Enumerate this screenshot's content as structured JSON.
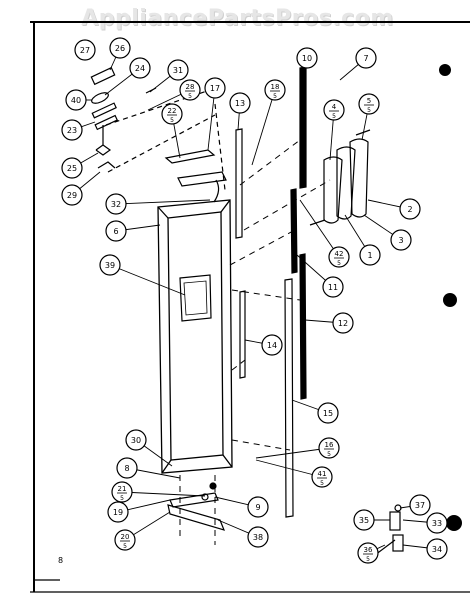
{
  "watermark": "AppliancePartsPros.com",
  "page_number": "8",
  "callouts": [
    {
      "id": "c27",
      "label": "27"
    },
    {
      "id": "c26",
      "label": "26"
    },
    {
      "id": "c24",
      "label": "24"
    },
    {
      "id": "c31",
      "label": "31"
    },
    {
      "id": "c40",
      "label": "40"
    },
    {
      "id": "c28",
      "label": "28"
    },
    {
      "id": "c22",
      "label": "22"
    },
    {
      "id": "c17",
      "label": "17"
    },
    {
      "id": "c13",
      "label": "13"
    },
    {
      "id": "c18",
      "label": "18"
    },
    {
      "id": "c10",
      "label": "10"
    },
    {
      "id": "c7",
      "label": "7"
    },
    {
      "id": "c4",
      "label": "4"
    },
    {
      "id": "c5",
      "label": "5"
    },
    {
      "id": "c23",
      "label": "23"
    },
    {
      "id": "c25",
      "label": "25"
    },
    {
      "id": "c29",
      "label": "29"
    },
    {
      "id": "c32",
      "label": "32"
    },
    {
      "id": "c2",
      "label": "2"
    },
    {
      "id": "c6",
      "label": "6"
    },
    {
      "id": "c3",
      "label": "3"
    },
    {
      "id": "c42",
      "label": "42"
    },
    {
      "id": "c1",
      "label": "1"
    },
    {
      "id": "c39",
      "label": "39"
    },
    {
      "id": "c11",
      "label": "11"
    },
    {
      "id": "c12",
      "label": "12"
    },
    {
      "id": "c14",
      "label": "14"
    },
    {
      "id": "c15",
      "label": "15"
    },
    {
      "id": "c30",
      "label": "30"
    },
    {
      "id": "c16",
      "label": "16"
    },
    {
      "id": "c8",
      "label": "8"
    },
    {
      "id": "c41",
      "label": "41"
    },
    {
      "id": "c21",
      "label": "21"
    },
    {
      "id": "c9",
      "label": "9"
    },
    {
      "id": "c19",
      "label": "19"
    },
    {
      "id": "c38",
      "label": "38"
    },
    {
      "id": "c20",
      "label": "20"
    },
    {
      "id": "c37",
      "label": "37"
    },
    {
      "id": "c35",
      "label": "35"
    },
    {
      "id": "c33",
      "label": "33"
    },
    {
      "id": "c36",
      "label": "36"
    },
    {
      "id": "c34",
      "label": "34"
    }
  ],
  "callout_subscripts": {
    "c28": "5",
    "c22": "5",
    "c18": "5",
    "c4": "5",
    "c5": "5",
    "c42": "5",
    "c16": "5",
    "c41": "5",
    "c21": "5",
    "c20": "5",
    "c36": "5"
  }
}
